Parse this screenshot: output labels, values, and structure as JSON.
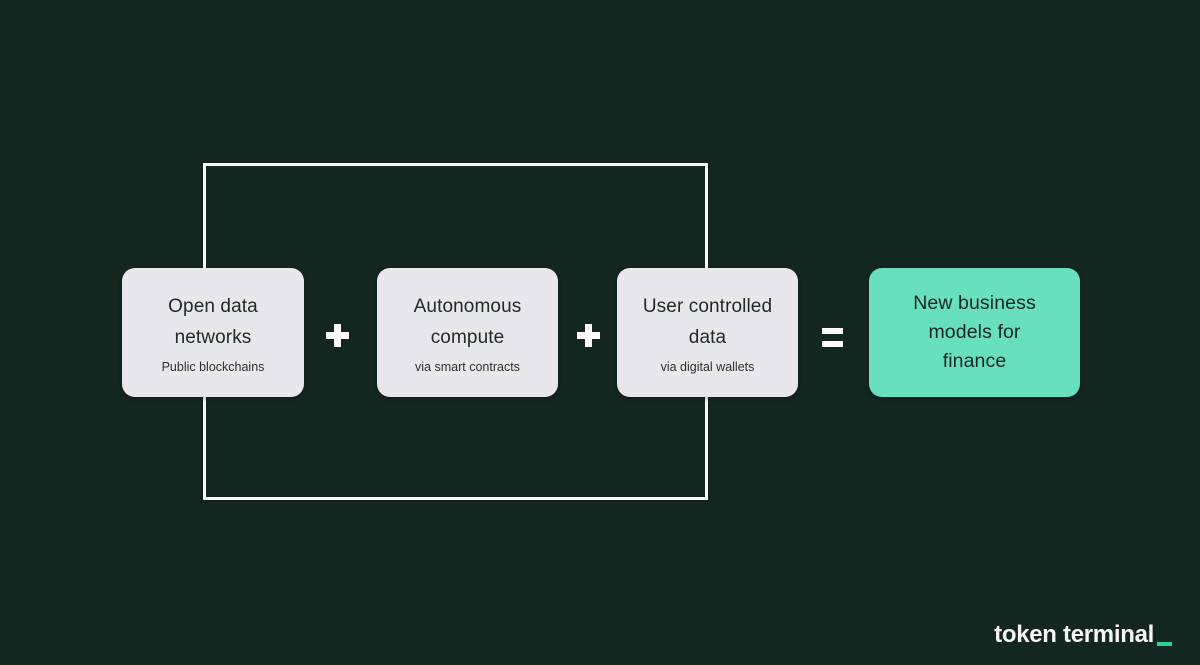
{
  "colors": {
    "background": "#142620",
    "frame": "#f8f8f7",
    "card_background": "#e8e7eb",
    "result_card_background": "#68dfbd",
    "card_text": "#222a26",
    "operator": "#fbfbfa",
    "logo_text": "#f7f6f4",
    "logo_accent": "#2dd0a1"
  },
  "diagram": {
    "terms": [
      {
        "title_lines": [
          "Open data",
          "networks"
        ],
        "subtitle": "Public blockchains"
      },
      {
        "title_lines": [
          "Autonomous",
          "compute"
        ],
        "subtitle": "via smart contracts"
      },
      {
        "title_lines": [
          "User controlled",
          "data"
        ],
        "subtitle": "via digital wallets"
      }
    ],
    "operators": {
      "plus1": "+",
      "plus2": "+",
      "equals": "="
    },
    "result": {
      "title_lines": [
        "New business",
        "models for",
        "finance"
      ]
    }
  },
  "footer": {
    "logo_text": "token terminal",
    "logo_accent": "_"
  }
}
